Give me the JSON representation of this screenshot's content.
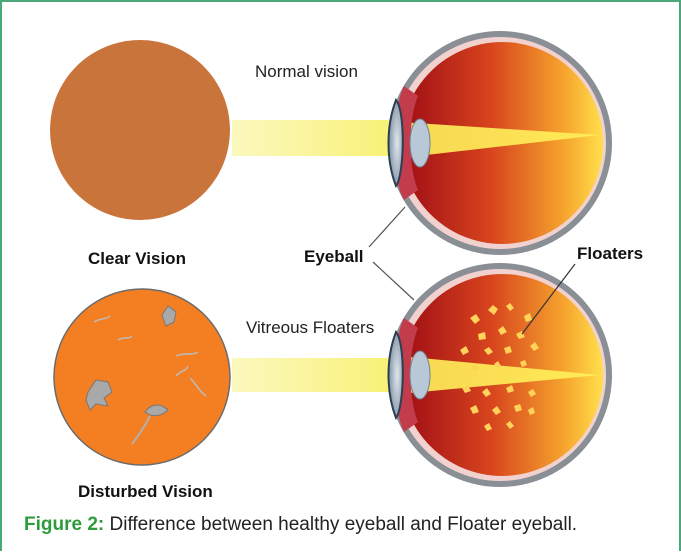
{
  "labels": {
    "normal_vision": "Normal vision",
    "clear_vision": "Clear Vision",
    "eyeball": "Eyeball",
    "floaters": "Floaters",
    "vitreous_floaters": "Vitreous Floaters",
    "disturbed_vision": "Disturbed Vision"
  },
  "caption": {
    "figure_label": "Figure 2:",
    "text": "Difference between healthy eyeball and Floater eyeball."
  },
  "colors": {
    "clear_disc": "#c8743a",
    "disturbed_disc": "#f47f22",
    "beam": "#f7f06a",
    "eye_red": "#b8121b",
    "eye_yellow": "#ffd84a",
    "caption_accent": "#2e9c3c"
  }
}
